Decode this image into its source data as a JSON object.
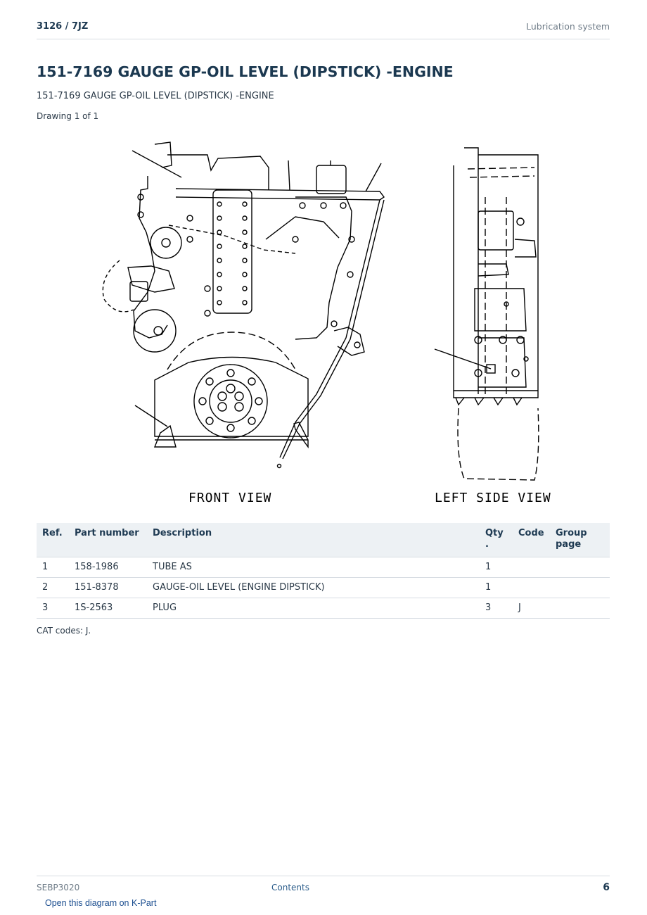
{
  "header": {
    "model": "3126  /  7JZ",
    "section": "Lubrication system"
  },
  "title": "151-7169 GAUGE GP-OIL LEVEL (DIPSTICK) -ENGINE",
  "subtitle": "151-7169 GAUGE GP-OIL LEVEL (DIPSTICK) -ENGINE",
  "drawing_count": "Drawing 1 of 1",
  "diagram": {
    "front_label": "FRONT  VIEW",
    "side_label": "LEFT  SIDE  VIEW"
  },
  "table": {
    "headers": [
      "Ref.",
      "Part number",
      "Description",
      "Qty\n.",
      "Code",
      "Group\npage"
    ],
    "rows": [
      [
        "1",
        "158-1986",
        "TUBE AS",
        "1",
        "",
        ""
      ],
      [
        "2",
        "151-8378",
        "GAUGE-OIL LEVEL (ENGINE DIPSTICK)",
        "1",
        "",
        ""
      ],
      [
        "3",
        "1S-2563",
        "PLUG",
        "3",
        "J",
        ""
      ]
    ]
  },
  "cat_codes": "CAT codes: J.",
  "footer": {
    "doc": "SEBP3020",
    "contents": "Contents",
    "page": "6",
    "kpart": "Open this diagram on K-Part"
  }
}
